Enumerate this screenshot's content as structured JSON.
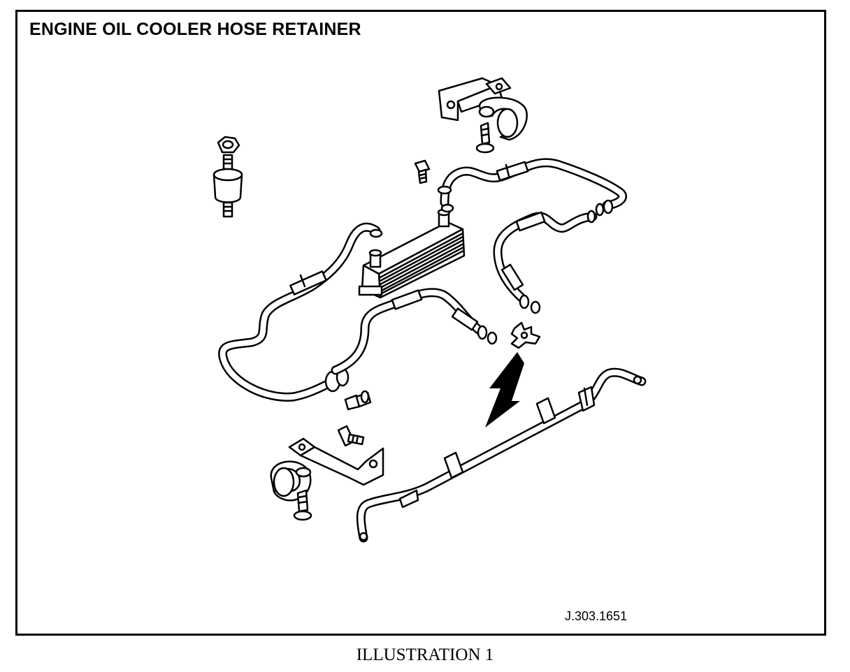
{
  "diagram": {
    "title": "ENGINE OIL COOLER HOSE RETAINER",
    "reference_code": "J.303.1651",
    "caption": "ILLUSTRATION 1"
  },
  "colors": {
    "line": "#000000",
    "background": "#ffffff"
  }
}
